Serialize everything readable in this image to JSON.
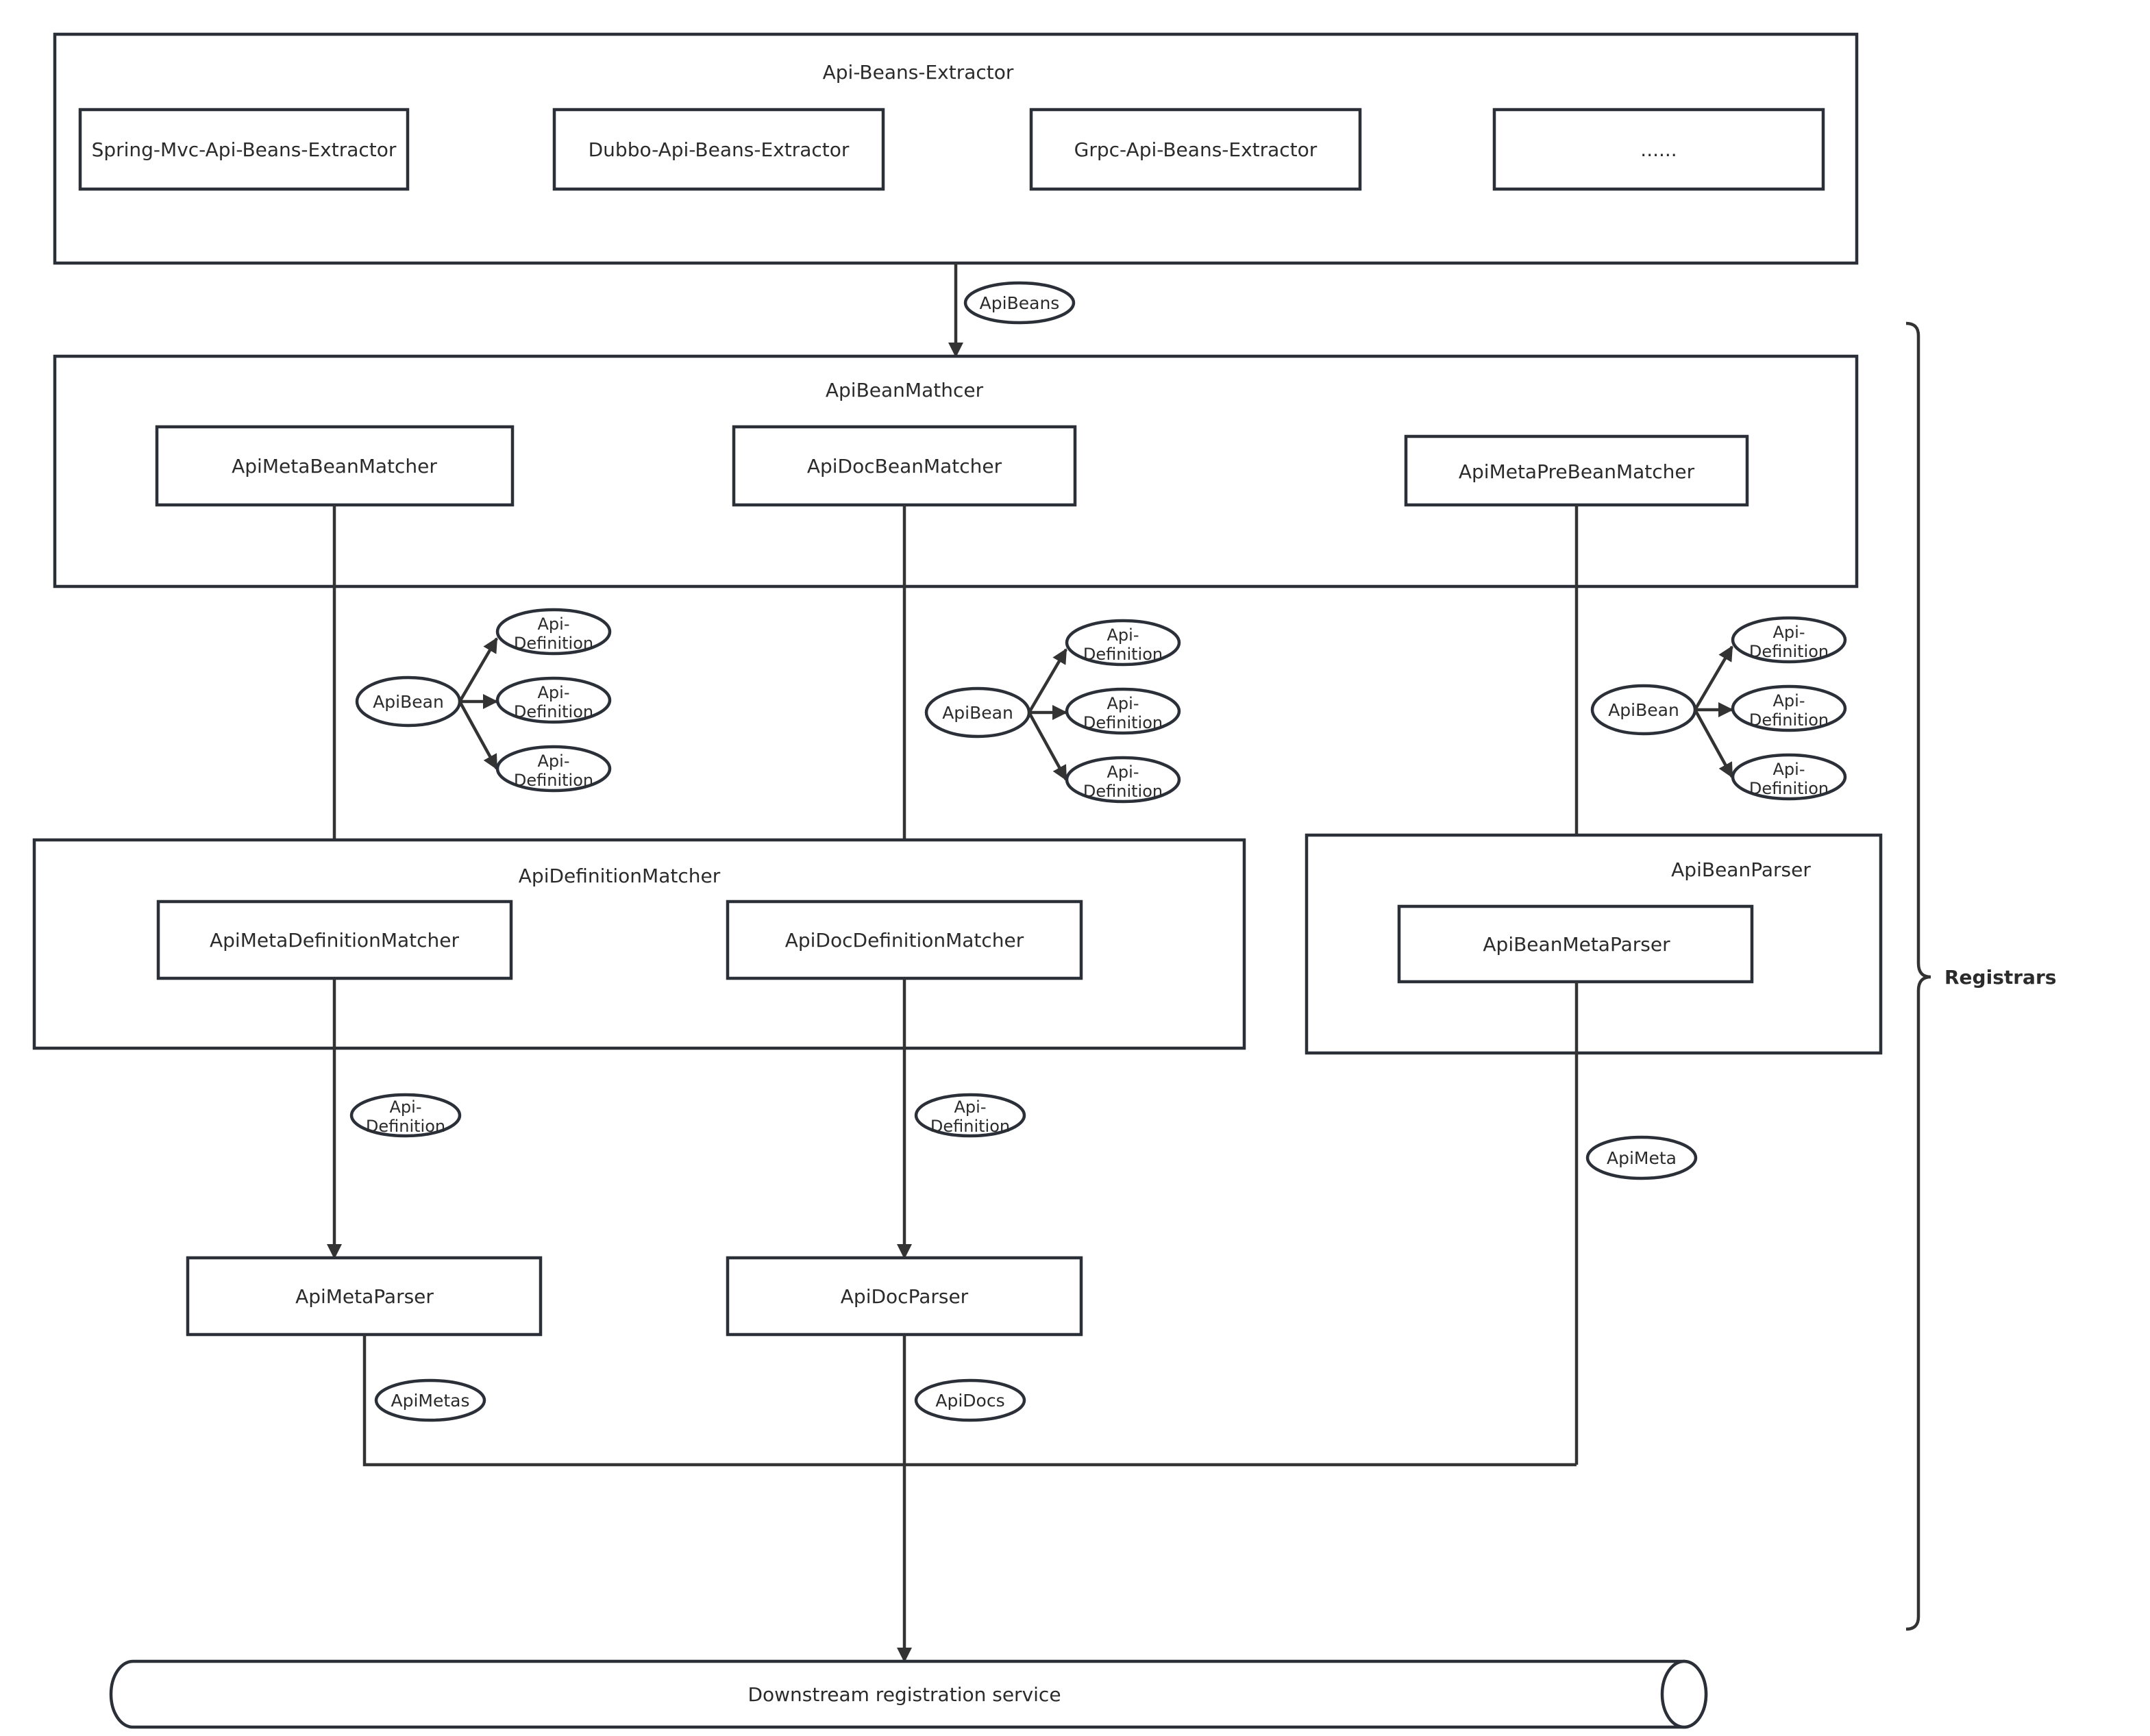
{
  "colors": {
    "stroke": "#2b2f38",
    "text": "#2b2b2b",
    "background": "#ffffff"
  },
  "extractor": {
    "title": "Api-Beans-Extractor",
    "items": [
      "Spring-Mvc-Api-Beans-Extractor",
      "Dubbo-Api-Beans-Extractor",
      "Grpc-Api-Beans-Extractor",
      "......"
    ]
  },
  "flow_labels": {
    "api_beans": "ApiBeans",
    "api_bean": "ApiBean",
    "api_definition_line1": "Api-",
    "api_definition_line2": "Definition",
    "api_meta": "ApiMeta",
    "api_metas": "ApiMetas",
    "api_docs": "ApiDocs"
  },
  "bean_matcher": {
    "title": "ApiBeanMathcer",
    "items": [
      "ApiMetaBeanMatcher",
      "ApiDocBeanMatcher",
      "ApiMetaPreBeanMatcher"
    ]
  },
  "definition_matcher": {
    "title": "ApiDefinitionMatcher",
    "items": [
      "ApiMetaDefinitionMatcher",
      "ApiDocDefinitionMatcher"
    ]
  },
  "bean_parser": {
    "title": "ApiBeanParser",
    "item": "ApiBeanMetaParser"
  },
  "parsers": [
    "ApiMetaParser",
    "ApiDocParser"
  ],
  "registrars_label": "Registrars",
  "downstream": "Downstream registration service"
}
